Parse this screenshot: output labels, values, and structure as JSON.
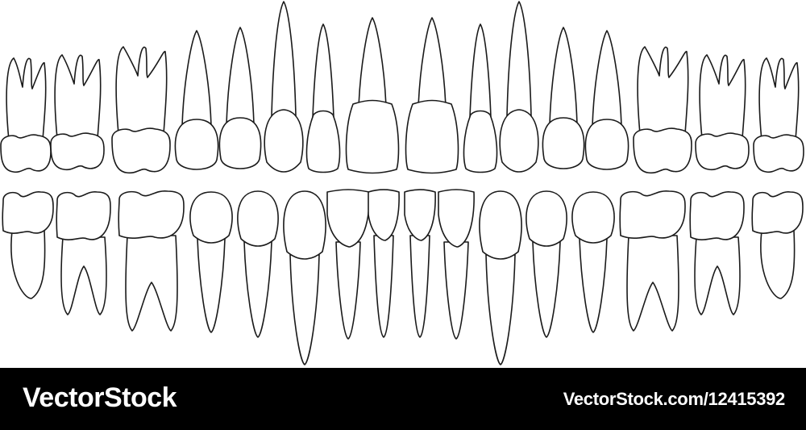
{
  "colors": {
    "outline": "#1a1a1a",
    "background": "#ffffff",
    "banner": "#000000",
    "banner_text": "#ffffff"
  },
  "watermark": {
    "brand": "VectorStock",
    "image_id": "VectorStock.com/12415392"
  },
  "diagram": {
    "upper_teeth": [
      {
        "type": "molar"
      },
      {
        "type": "molar"
      },
      {
        "type": "molar"
      },
      {
        "type": "premolar"
      },
      {
        "type": "premolar"
      },
      {
        "type": "canine"
      },
      {
        "type": "incisor-lateral"
      },
      {
        "type": "incisor-central"
      },
      {
        "type": "incisor-central"
      },
      {
        "type": "incisor-lateral"
      },
      {
        "type": "canine"
      },
      {
        "type": "premolar"
      },
      {
        "type": "premolar"
      },
      {
        "type": "molar"
      },
      {
        "type": "molar"
      },
      {
        "type": "molar"
      }
    ],
    "lower_teeth": [
      {
        "type": "molar"
      },
      {
        "type": "molar"
      },
      {
        "type": "molar"
      },
      {
        "type": "premolar"
      },
      {
        "type": "premolar"
      },
      {
        "type": "canine"
      },
      {
        "type": "incisor"
      },
      {
        "type": "incisor"
      },
      {
        "type": "incisor"
      },
      {
        "type": "incisor"
      },
      {
        "type": "canine"
      },
      {
        "type": "premolar"
      },
      {
        "type": "premolar"
      },
      {
        "type": "molar"
      },
      {
        "type": "molar"
      },
      {
        "type": "molar"
      }
    ]
  }
}
